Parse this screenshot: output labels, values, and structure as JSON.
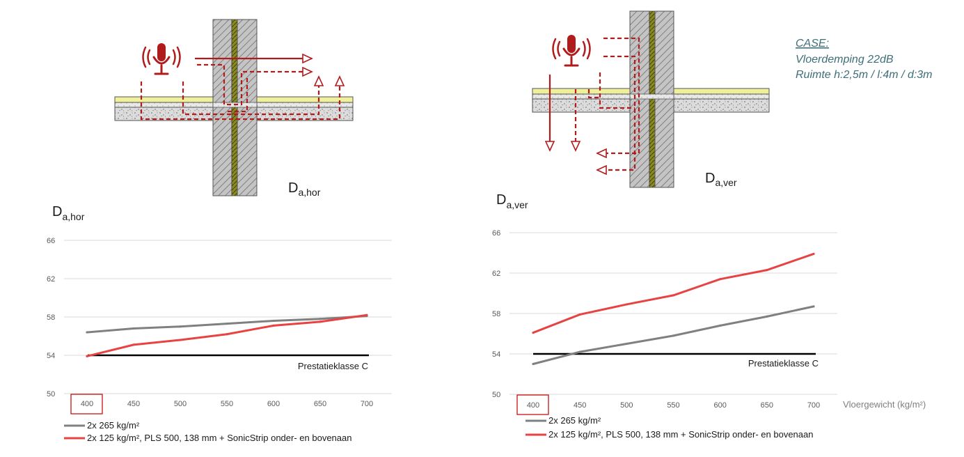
{
  "case": {
    "title": "CASE:",
    "line1": "Vloerdemping 22dB",
    "line2": "Ruimte h:2,5m / l:4m / d:3m"
  },
  "diagrams": {
    "left": {
      "label_main": "D",
      "label_sub": "a,hor"
    },
    "right": {
      "label_main": "D",
      "label_sub": "a,ver"
    }
  },
  "colors": {
    "series_grey": "#808080",
    "series_red": "#e84343",
    "reference": "#000000",
    "accent_red": "#b01c1c"
  },
  "chart_data": [
    {
      "type": "line",
      "title_main": "D",
      "title_sub": "a,hor",
      "x": [
        400,
        450,
        500,
        550,
        600,
        650,
        700
      ],
      "categories": [
        "400",
        "450",
        "500",
        "550",
        "600",
        "650",
        "700"
      ],
      "highlighted_category": "400",
      "ylim": [
        50,
        66
      ],
      "yticks": [
        "50",
        "54",
        "58",
        "62",
        "66"
      ],
      "xlabel": "",
      "grid": true,
      "series": [
        {
          "name": "2x 265 kg/m²",
          "values": [
            56.4,
            56.8,
            57.0,
            57.3,
            57.6,
            57.8,
            58.1
          ]
        },
        {
          "name": "2x 125 kg/m², PLS 500, 138 mm + SonicStrip onder- en bovenaan",
          "values": [
            53.9,
            55.1,
            55.6,
            56.2,
            57.1,
            57.5,
            58.2
          ]
        }
      ],
      "reference": {
        "label": "Prestatieklasse C",
        "value": 54
      },
      "legend_placement": "bottom"
    },
    {
      "type": "line",
      "title_main": "D",
      "title_sub": "a,ver",
      "x": [
        400,
        450,
        500,
        550,
        600,
        650,
        700
      ],
      "categories": [
        "400",
        "450",
        "500",
        "550",
        "600",
        "650",
        "700"
      ],
      "highlighted_category": "400",
      "ylim": [
        50,
        66
      ],
      "yticks": [
        "50",
        "54",
        "58",
        "62",
        "66"
      ],
      "xlabel": "Vloergewicht (kg/m²)",
      "grid": true,
      "series": [
        {
          "name": "2x 265 kg/m²",
          "values": [
            53.0,
            54.2,
            55.0,
            55.8,
            56.8,
            57.7,
            58.7
          ]
        },
        {
          "name": "2x 125 kg/m², PLS 500, 138 mm + SonicStrip onder- en bovenaan",
          "values": [
            56.1,
            57.9,
            58.9,
            59.8,
            61.4,
            62.3,
            63.9
          ]
        }
      ],
      "reference": {
        "label": "Prestatieklasse C",
        "value": 54
      },
      "legend_placement": "bottom"
    }
  ]
}
